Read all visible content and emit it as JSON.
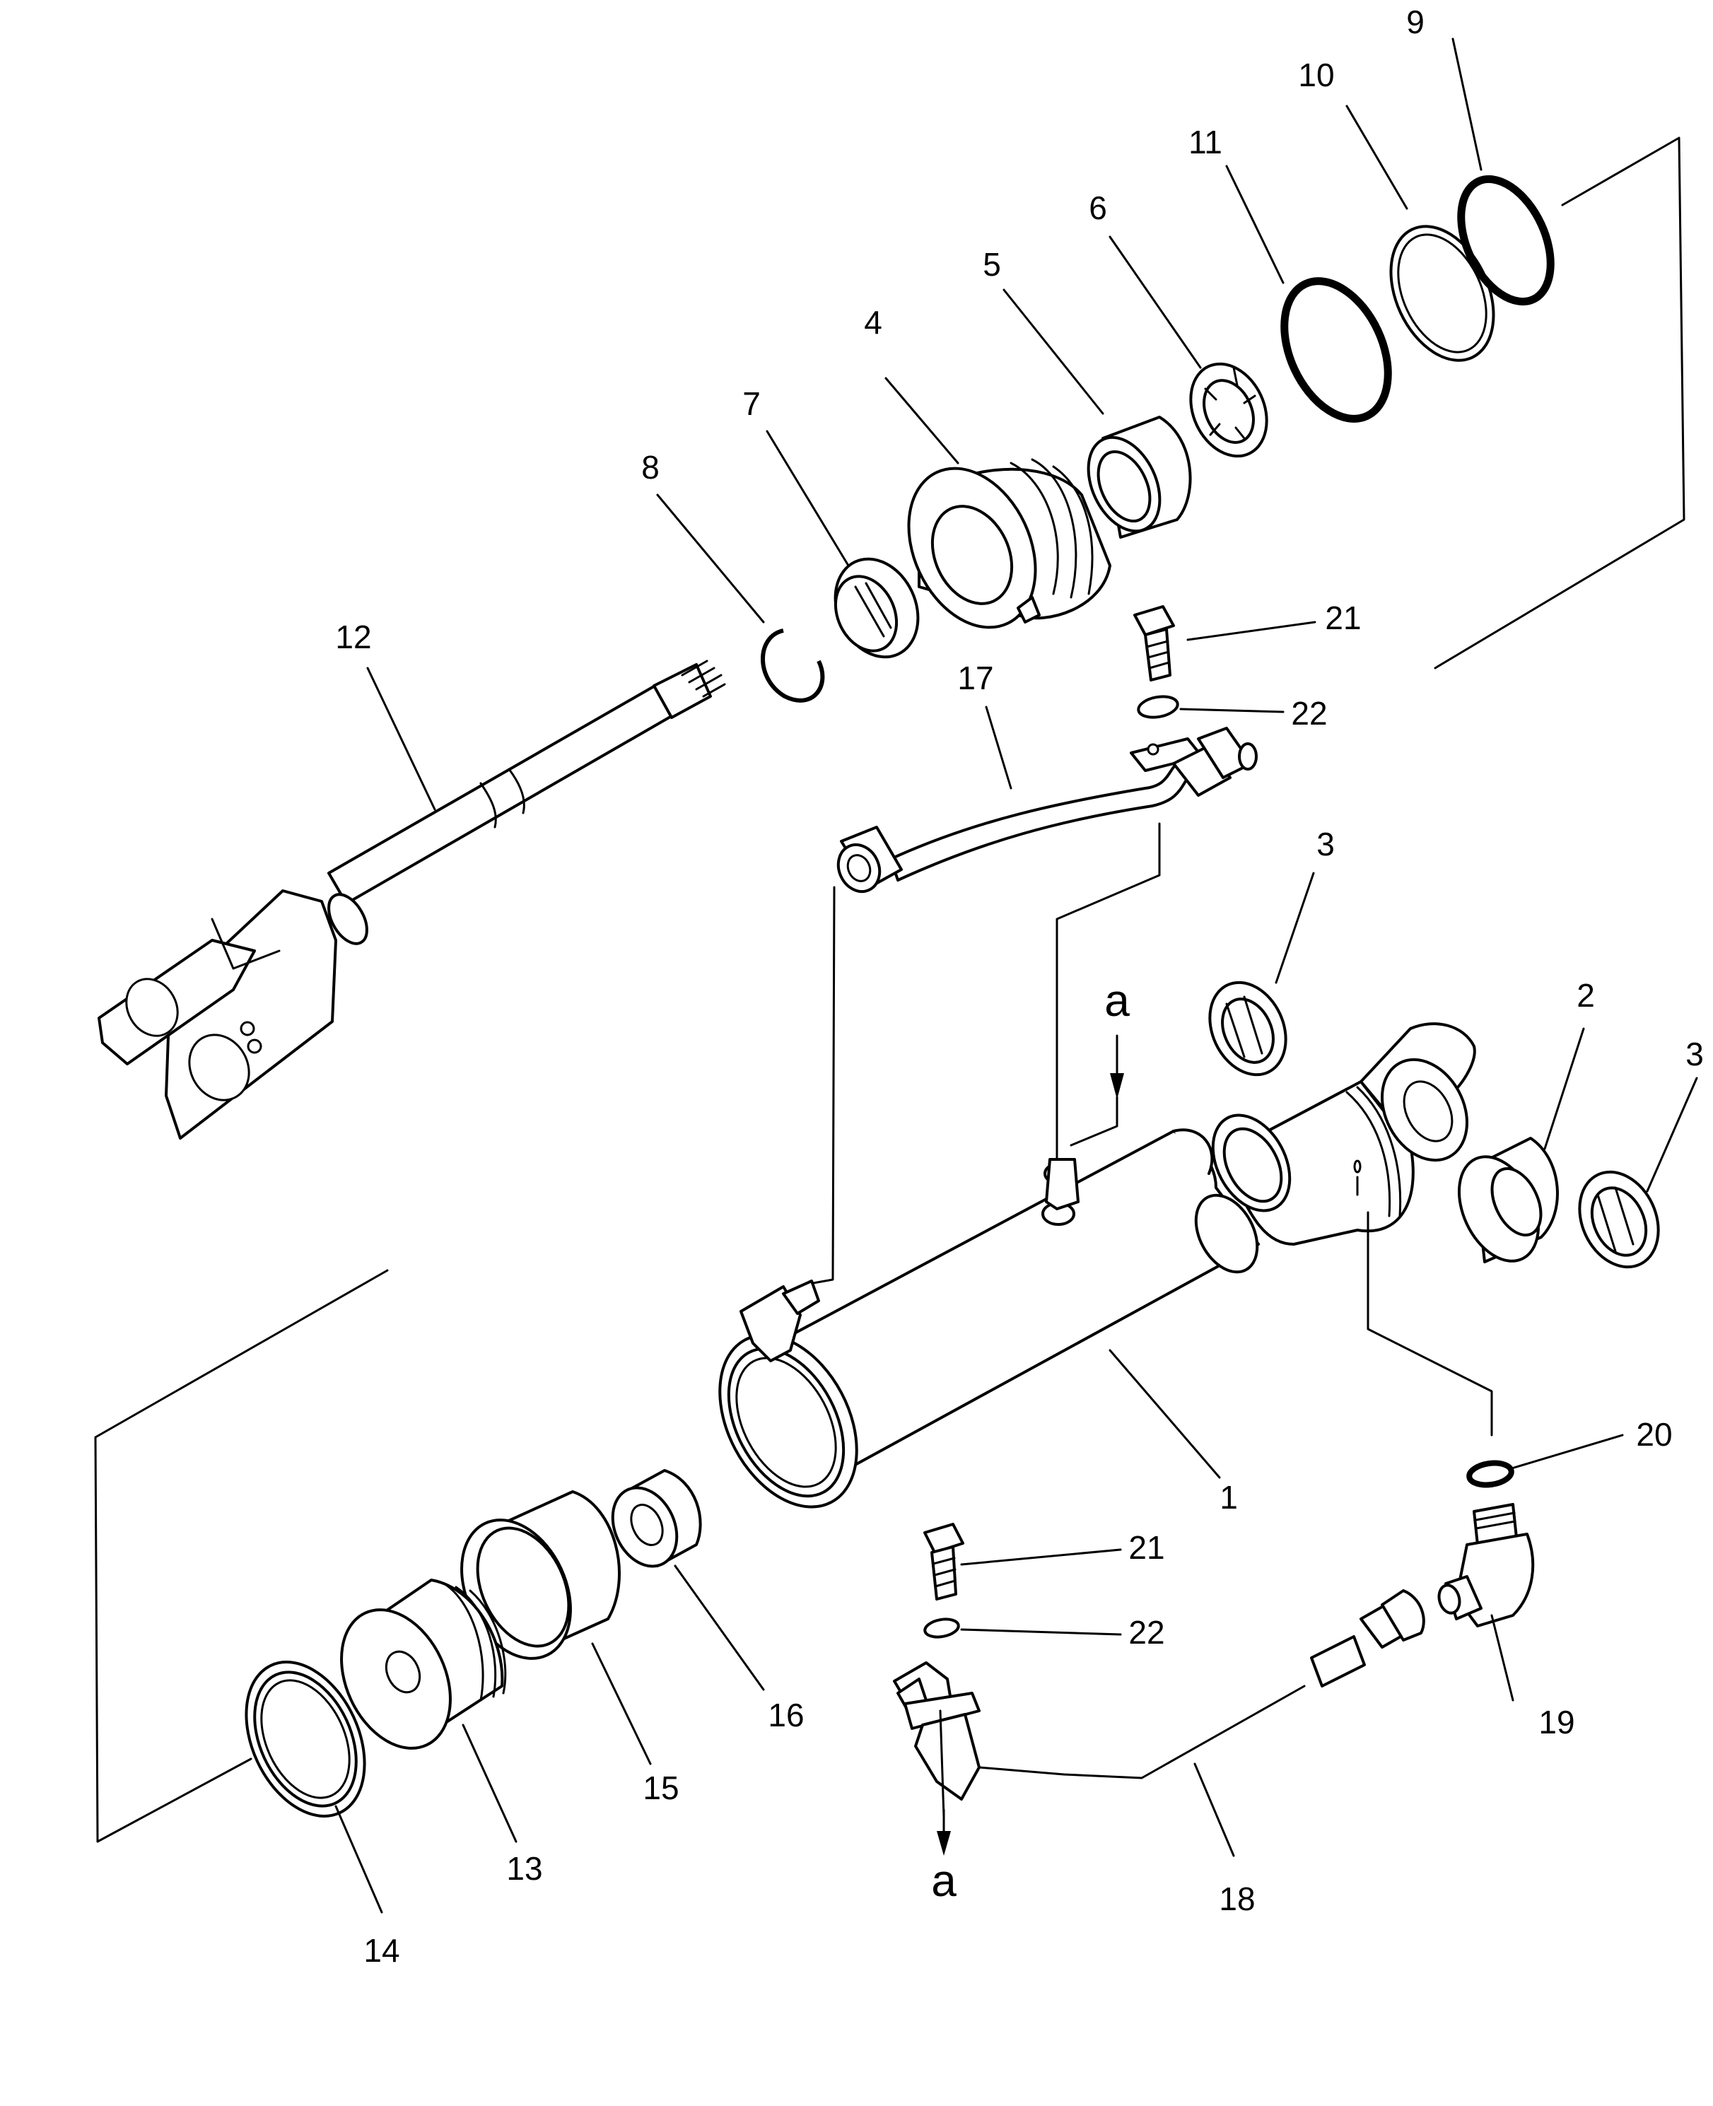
{
  "labels": {
    "l1": "1",
    "l2": "2",
    "l3a": "3",
    "l3b": "3",
    "l4": "4",
    "l5": "5",
    "l6": "6",
    "l7": "7",
    "l8": "8",
    "l9": "9",
    "l10": "10",
    "l11": "11",
    "l12": "12",
    "l13": "13",
    "l14": "14",
    "l15": "15",
    "l16": "16",
    "l17": "17",
    "l18": "18",
    "l19": "19",
    "l20": "20",
    "l21a": "21",
    "l21b": "21",
    "l22a": "22",
    "l22b": "22"
  },
  "markers": {
    "top": "a",
    "bottom": "a"
  }
}
